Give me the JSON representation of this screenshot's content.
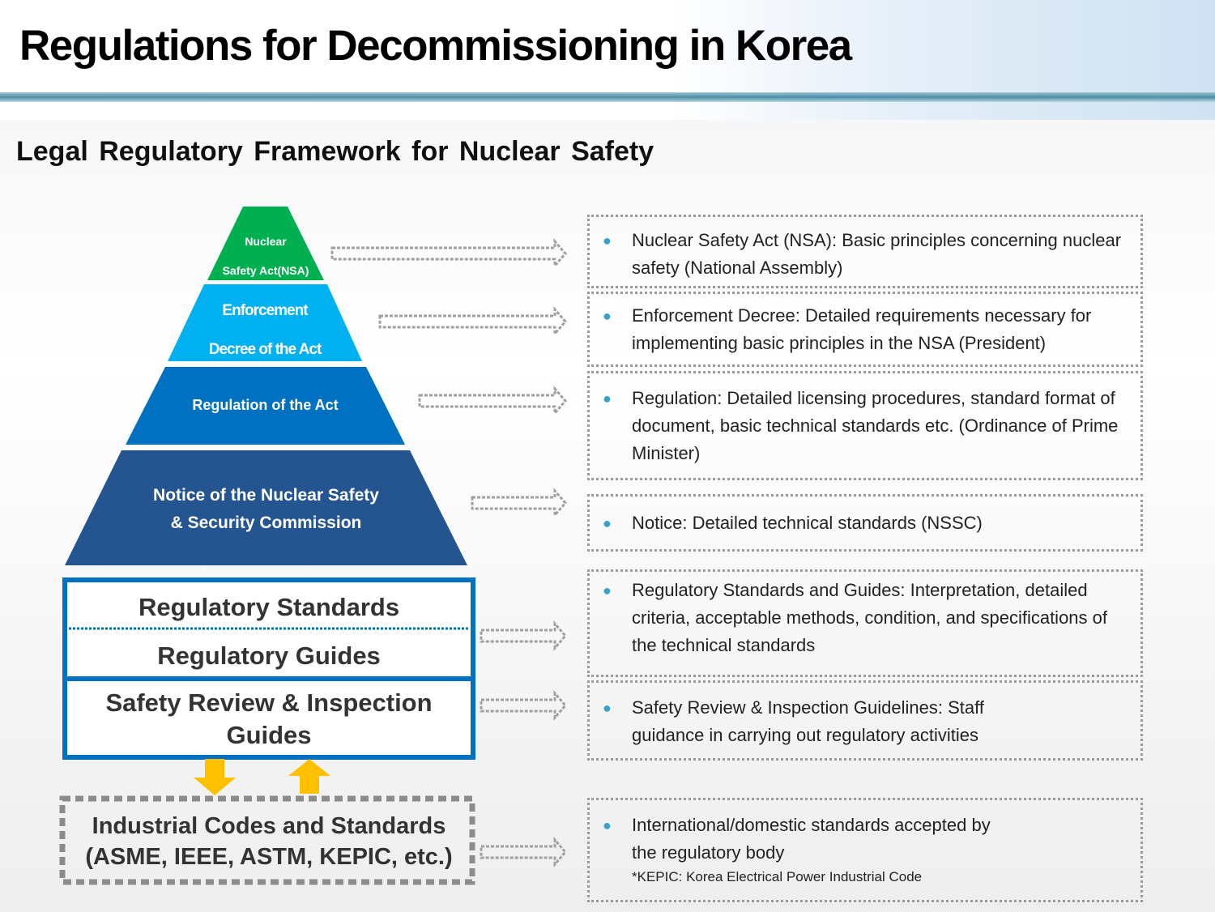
{
  "header": {
    "title": "Regulations for Decommissioning in Korea"
  },
  "subtitle": "Legal Regulatory Framework for Nuclear Safety",
  "pyramid": {
    "level1": [
      "Nuclear",
      "Safety Act(NSA)"
    ],
    "level2": [
      "Enforcement",
      "Decree of the Act"
    ],
    "level3": "Regulation of the Act",
    "level4": [
      "Notice of the Nuclear Safety",
      "& Security Commission"
    ]
  },
  "standards_box": {
    "standards": "Regulatory Standards",
    "guides": "Regulatory Guides",
    "review": "Safety Review & Inspection",
    "review2": "Guides"
  },
  "industrial": {
    "line1": "Industrial Codes and Standards",
    "line2": "(ASME, IEEE, ASTM, KEPIC, etc.)"
  },
  "descriptions": [
    "Nuclear Safety Act (NSA): Basic principles concerning nuclear safety (National Assembly)",
    "Enforcement Decree: Detailed requirements necessary for implementing basic principles in the NSA (President)",
    "Regulation: Detailed licensing procedures, standard format of document, basic technical standards etc. (Ordinance of Prime Minister)",
    "Notice: Detailed technical standards (NSSC)",
    "Regulatory Standards and Guides: Interpretation, detailed criteria, acceptable methods, condition, and specifications of the technical standards",
    "Safety Review & Inspection Guidelines: Staff guidance in carrying out regulatory activities",
    "International/domestic standards accepted by the regulatory body"
  ],
  "footnote": "*KEPIC: Korea Electrical Power Industrial Code",
  "colors": {
    "green": "#00b050",
    "lightblue": "#00b0f0",
    "blue": "#0070c0",
    "darkblue": "#1f4e8c",
    "arrow": "#ffc000"
  }
}
